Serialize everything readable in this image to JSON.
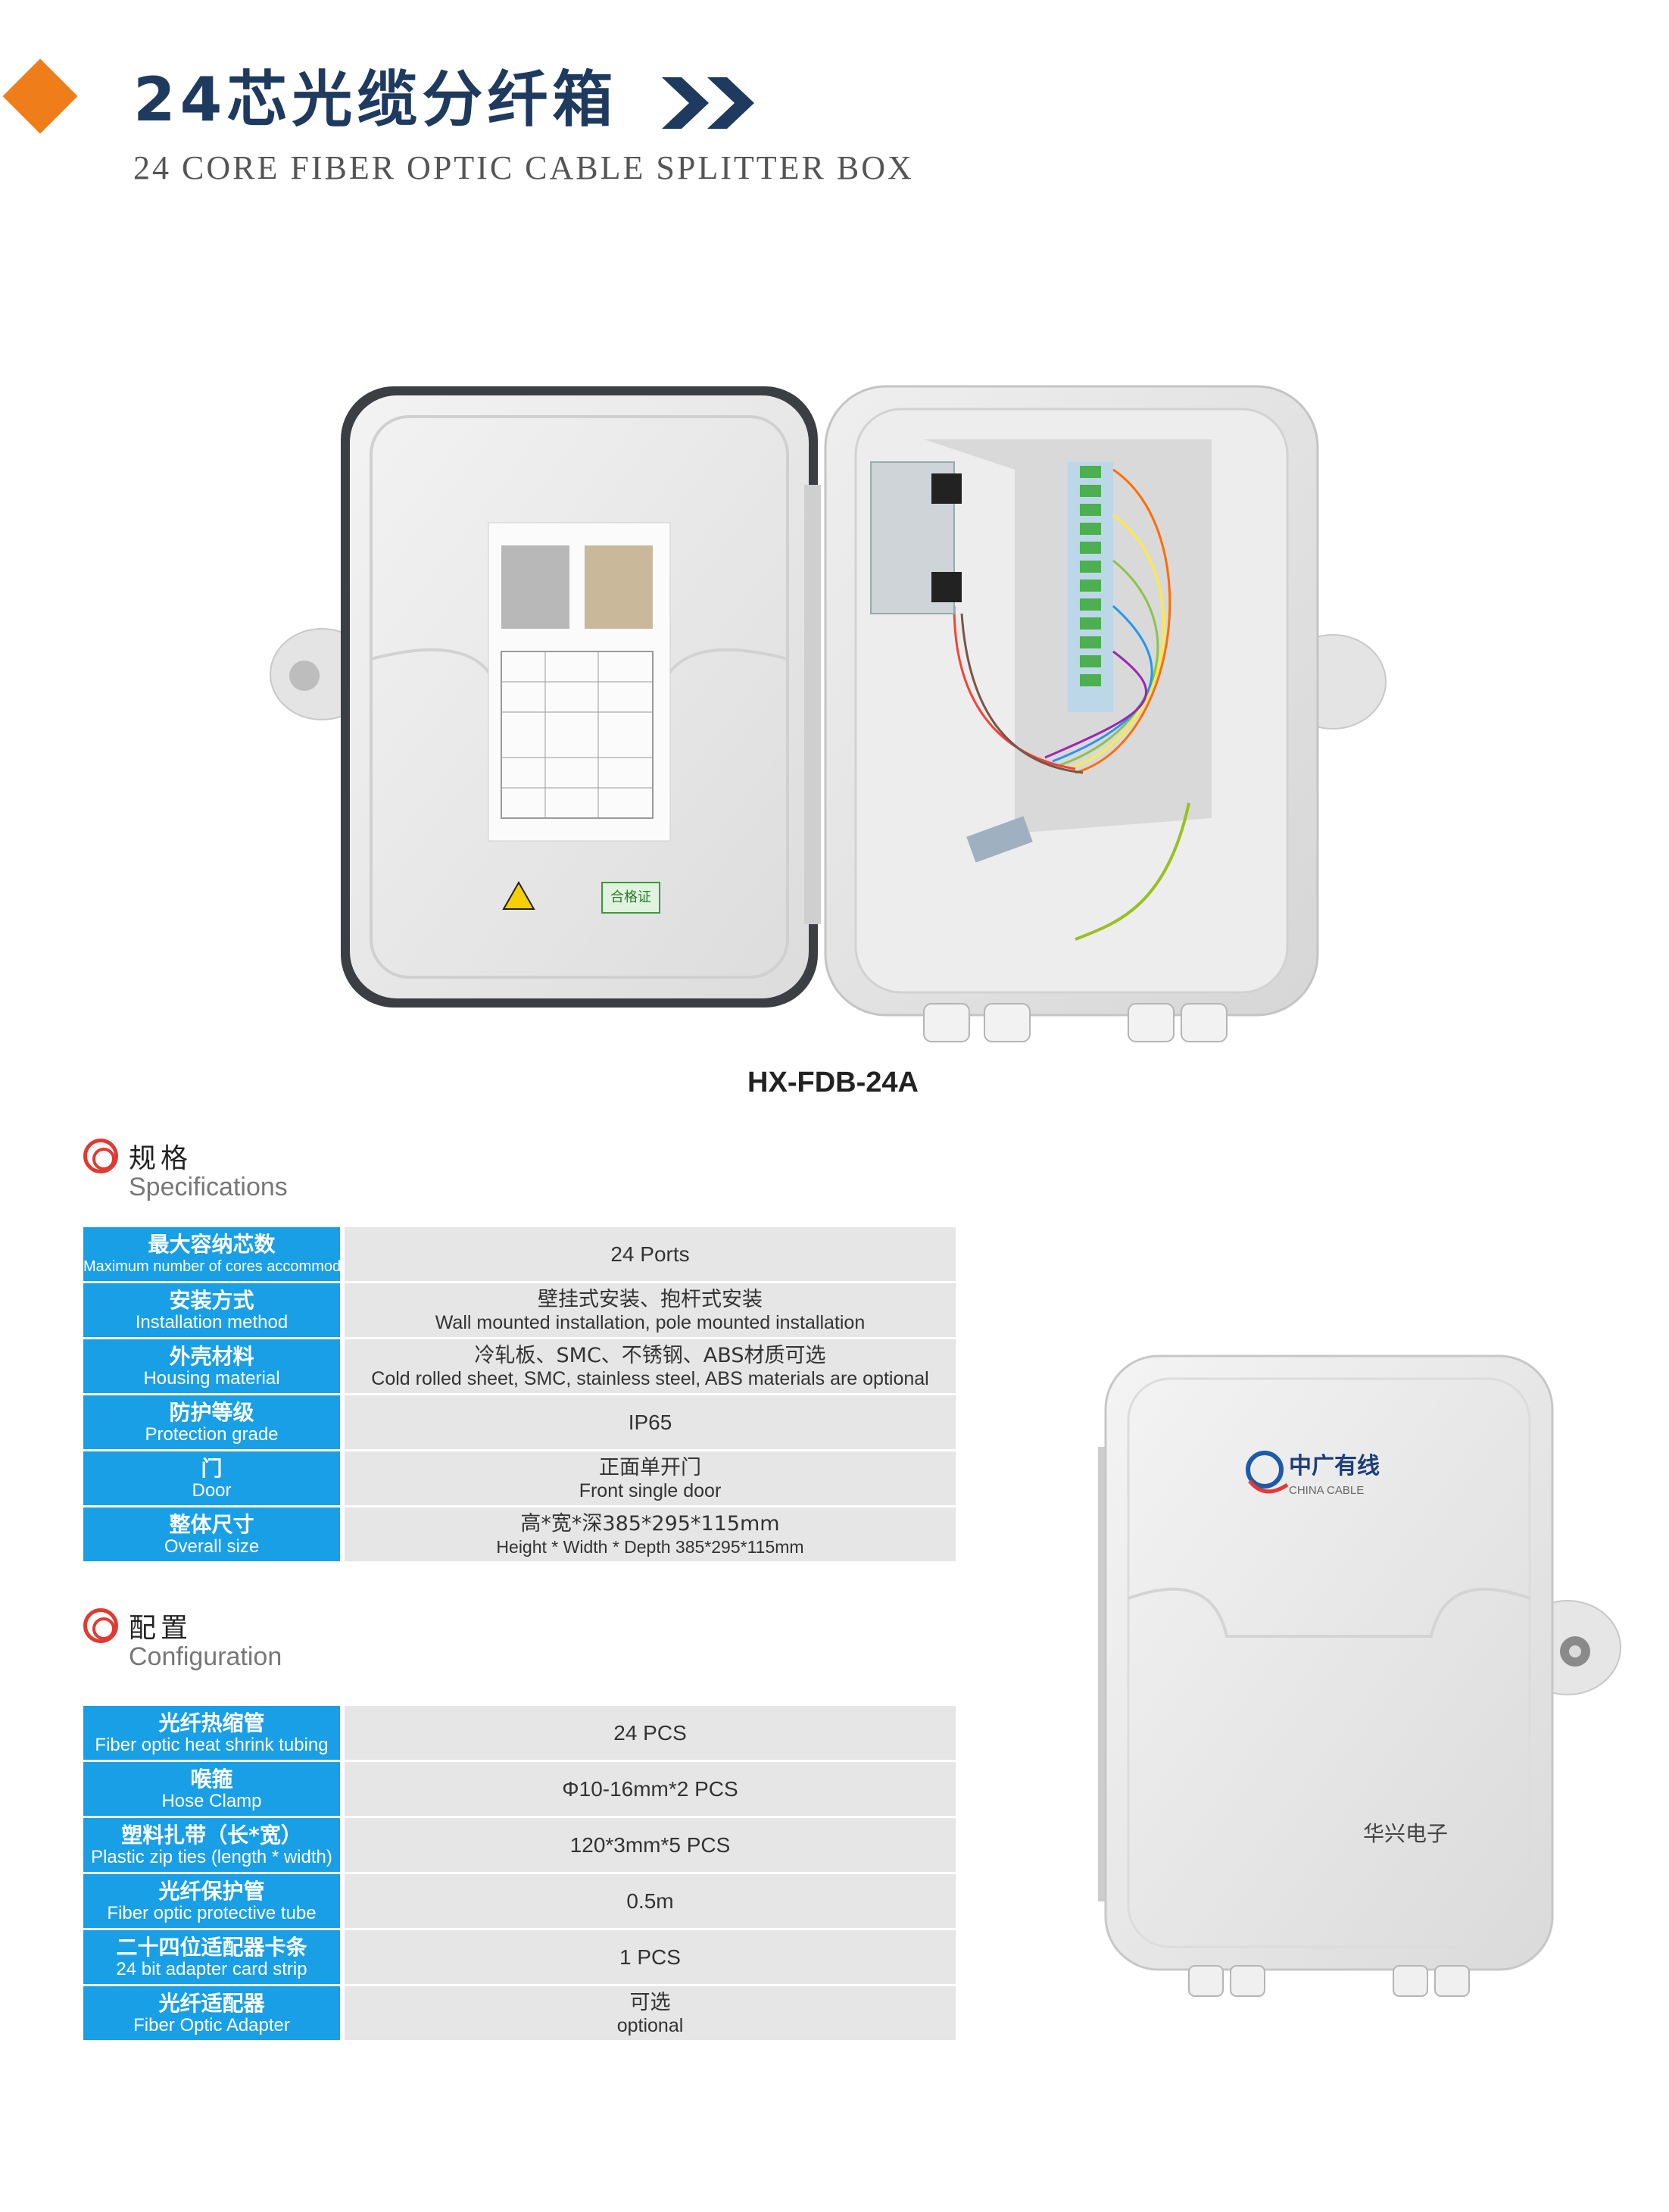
{
  "header": {
    "title_cn": "24芯光缆分纤箱",
    "title_en": "24 CORE FIBER OPTIC CABLE SPLITTER BOX"
  },
  "product": {
    "model": "HX-FDB-24A",
    "lid_logo_cn": "中广有线",
    "lid_logo_en": "CHINA CABLE",
    "lid_maker": "华兴电子",
    "door_label_cn": "合格证"
  },
  "specifications": {
    "heading_cn": "规格",
    "heading_en": "Specifications",
    "rows": [
      {
        "label_cn": "最大容纳芯数",
        "label_en": "Maximum number of cores accommodated",
        "value_cn": "",
        "value_en": "24 Ports"
      },
      {
        "label_cn": "安装方式",
        "label_en": "Installation method",
        "value_cn": "壁挂式安装、抱杆式安装",
        "value_en": "Wall mounted installation, pole mounted installation"
      },
      {
        "label_cn": "外壳材料",
        "label_en": "Housing material",
        "value_cn": "冷轧板、SMC、不锈钢、ABS材质可选",
        "value_en": "Cold rolled sheet, SMC, stainless steel, ABS materials are optional"
      },
      {
        "label_cn": "防护等级",
        "label_en": "Protection grade",
        "value_cn": "",
        "value_en": "IP65"
      },
      {
        "label_cn": "门",
        "label_en": "Door",
        "value_cn": "正面单开门",
        "value_en": "Front single door"
      },
      {
        "label_cn": "整体尺寸",
        "label_en": "Overall size",
        "value_cn": "高*宽*深385*295*115mm",
        "value_en": "Height * Width * Depth 385*295*115mm"
      }
    ]
  },
  "configuration": {
    "heading_cn": "配置",
    "heading_en": "Configuration",
    "rows": [
      {
        "label_cn": "光纤热缩管",
        "label_en": "Fiber optic heat shrink tubing",
        "value_cn": "",
        "value_en": "24 PCS"
      },
      {
        "label_cn": "喉箍",
        "label_en": "Hose Clamp",
        "value_cn": "",
        "value_en": "Φ10-16mm*2 PCS"
      },
      {
        "label_cn": "塑料扎带（长*宽）",
        "label_en": "Plastic zip ties (length * width)",
        "value_cn": "",
        "value_en": "120*3mm*5 PCS"
      },
      {
        "label_cn": "光纤保护管",
        "label_en": "Fiber optic protective tube",
        "value_cn": "",
        "value_en": "0.5m"
      },
      {
        "label_cn": "二十四位适配器卡条",
        "label_en": "24 bit adapter card strip",
        "value_cn": "",
        "value_en": "1 PCS"
      },
      {
        "label_cn": "光纤适配器",
        "label_en": "Fiber Optic Adapter",
        "value_cn": "可选",
        "value_en": "optional"
      }
    ]
  },
  "colors": {
    "accent_orange": "#ef7d1a",
    "title_navy": "#1f3a5f",
    "label_blue": "#199fe6",
    "value_gray": "#e6e6e6",
    "icon_red": "#e03a32"
  }
}
